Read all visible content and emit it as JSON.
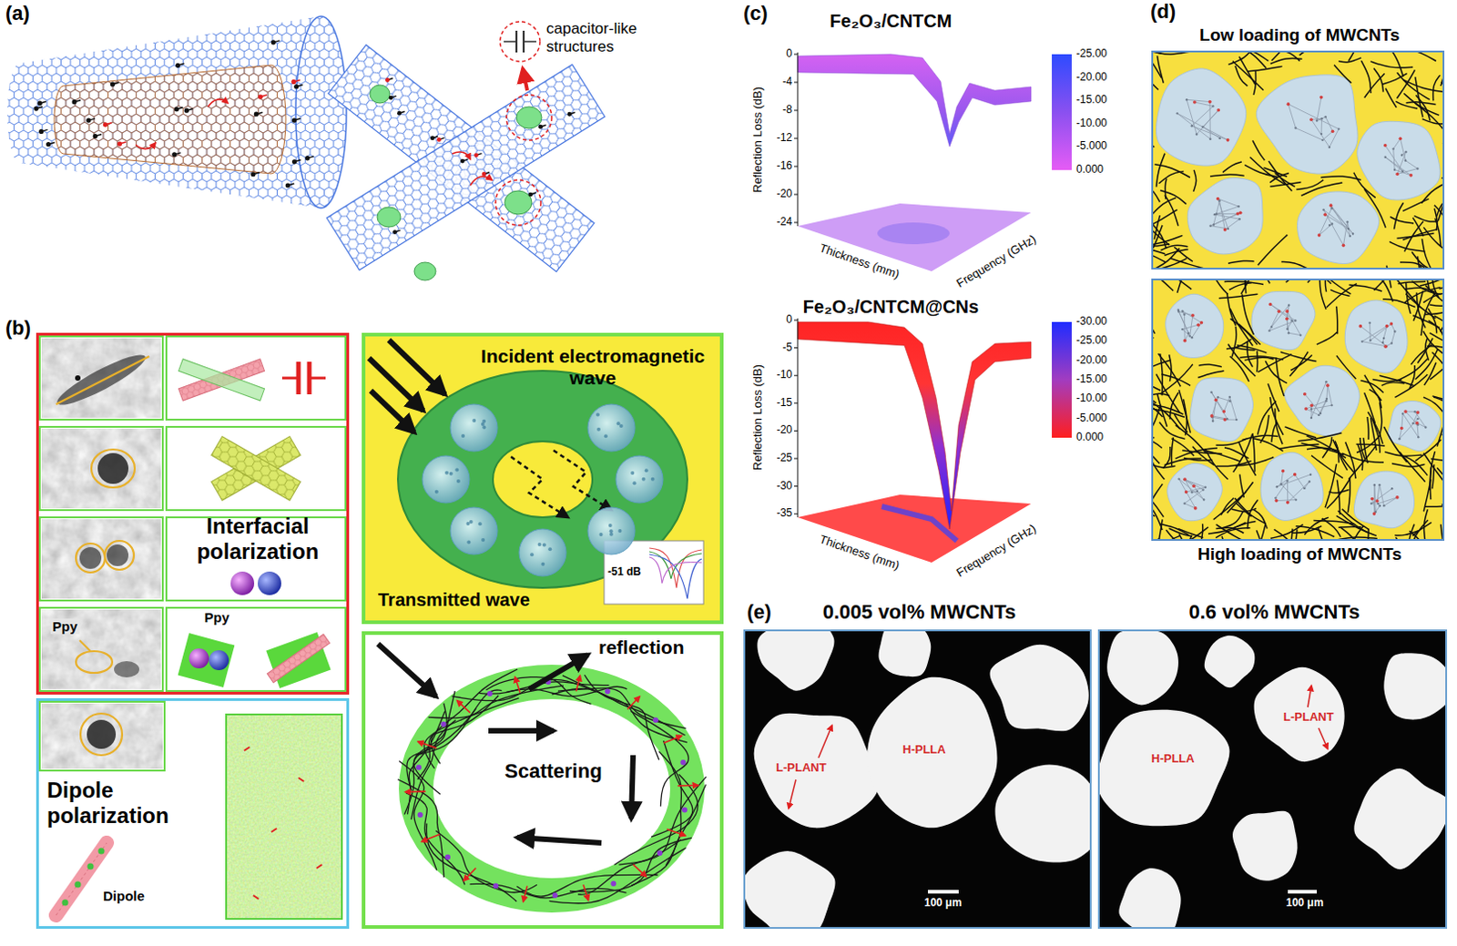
{
  "diagram": {
    "nodes": [
      {
        "text": [
          "Interfacial polarization",
          "Ppy",
          "Ppy"
        ]
      },
      {
        "text": [
          "Dipole polarization",
          "Dipole"
        ]
      },
      {
        "text": [
          "Incident electromagnetic wave",
          "-51 dB",
          "Transmitted wave"
        ]
      },
      {
        "text": [
          "reflection",
          "Scattering"
        ]
      },
      {
        "text": [
          "Low loading of MWCNTs"
        ]
      },
      {
        "text": [
          "High loading of MWCNTs"
        ]
      },
      {
        "text": [
          "0.005 vol% MWCNTs",
          "L-PLANT",
          "H-PLLA",
          "100 μm"
        ]
      },
      {
        "text": [
          "0.6 vol% MWCNTs",
          "H-PLLA",
          "L-PLANT",
          "100 μm"
        ]
      }
    ],
    "labels": [
      "(a)",
      "capacitor-like structures",
      "(b)",
      "(c)",
      "Fe₂O₃/CNTCM",
      "Reflection Loss (dB)",
      "0",
      "-4",
      "-8",
      "-12",
      "-16",
      "-20",
      "-24",
      "-25.00",
      "-20.00",
      "-15.00",
      "-10.00",
      "-5.000",
      "0.000",
      "Thickness (mm)",
      "Frequency (GHz)",
      "Fe₂O₃/CNTCM@CNs",
      "Reflection Loss (dB)",
      "0",
      "-5",
      "-10",
      "-15",
      "-20",
      "-25",
      "-30",
      "-35",
      "-30.00",
      "-25.00",
      "-20.00",
      "-15.00",
      "-10.00",
      "-5.000",
      "0.000",
      "Thickness (mm)",
      "Frequency (GHz)",
      "(d)",
      "(e)"
    ]
  }
}
